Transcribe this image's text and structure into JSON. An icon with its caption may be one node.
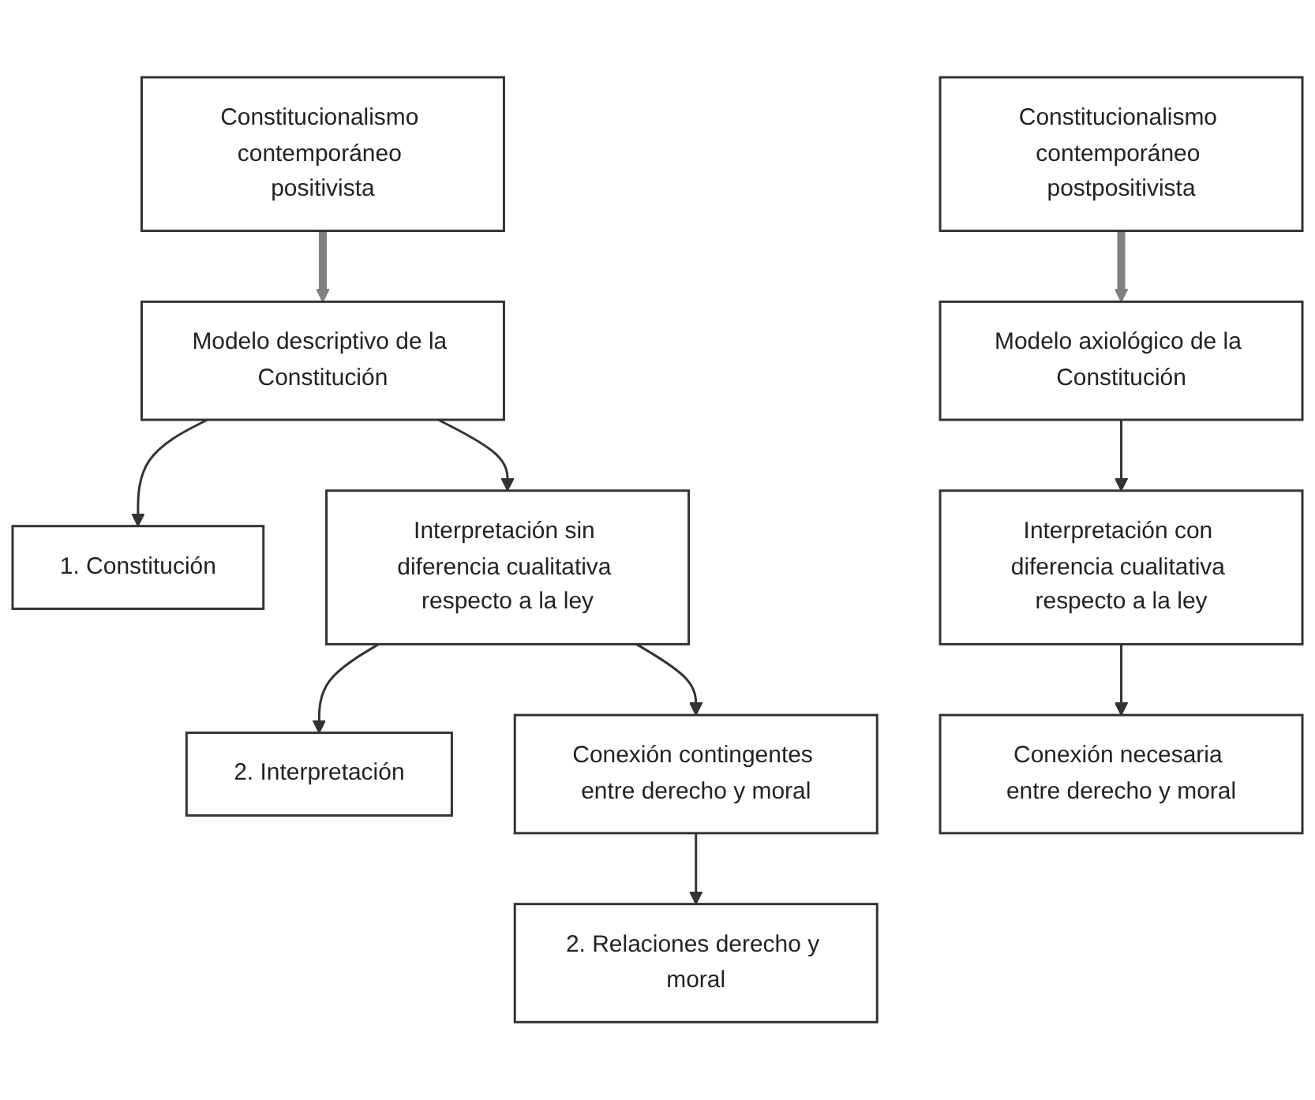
{
  "diagram": {
    "nodes": [
      {
        "text": [
          "Constitucionalismo contemporáneo positivista"
        ]
      },
      {
        "text": [
          "Constitucionalismo contemporáneo postpositivista"
        ]
      },
      {
        "text": [
          "1. Constitución"
        ]
      },
      {
        "text": [
          "Modelo descriptivo de la Constitución"
        ]
      },
      {
        "text": [
          "Modelo axiológico de la Constitución"
        ]
      },
      {
        "text": [
          "2. Interpretación"
        ]
      },
      {
        "text": [
          "Interpretación sin diferencia cualitativa respecto a la ley"
        ]
      },
      {
        "text": [
          "Interpretación con diferencia cualitativa respecto a la ley"
        ]
      },
      {
        "text": [
          "2. Relaciones derecho y moral"
        ]
      },
      {
        "text": [
          "Conexión contingentes entre derecho y moral"
        ]
      },
      {
        "text": [
          "Conexión necesaria entre derecho y moral"
        ]
      }
    ],
    "edges": [
      {
        "from": 0,
        "to": 3,
        "arrow": "to",
        "style": "thick",
        "color": "#808080"
      },
      {
        "from": 1,
        "to": 4,
        "arrow": "to",
        "style": "thick",
        "color": "#808080"
      },
      {
        "from": 3,
        "to": 2,
        "arrow": "to"
      },
      {
        "from": 3,
        "to": 6,
        "arrow": "to"
      },
      {
        "from": 4,
        "to": 7,
        "arrow": "to"
      },
      {
        "from": 6,
        "to": 5,
        "arrow": "to"
      },
      {
        "from": 6,
        "to": 9,
        "arrow": "to"
      },
      {
        "from": 7,
        "to": 10,
        "arrow": "to"
      },
      {
        "from": 9,
        "to": 8,
        "arrow": "to"
      }
    ]
  }
}
